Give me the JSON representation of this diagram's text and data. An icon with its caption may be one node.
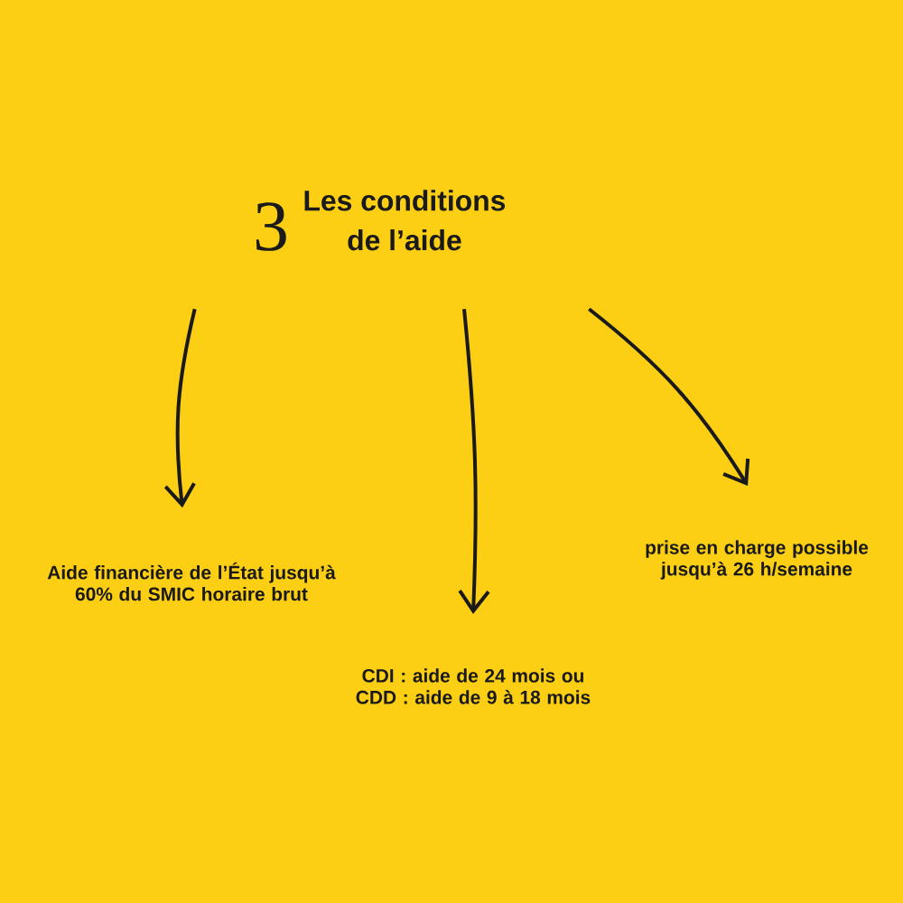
{
  "diagram": {
    "nodes": [
      {
        "text": [
          "3",
          "Les conditions de l’aide"
        ]
      },
      {
        "text": [
          "Aide financière de l’État jusqu’à 60% du SMIC horaire brut"
        ]
      },
      {
        "text": [
          "CDI : aide de 24 mois ou CDD : aide de 9 à 18 mois"
        ]
      },
      {
        "text": [
          "prise en charge possible jusqu’à 26 h/semaine"
        ]
      }
    ],
    "edges": [
      {
        "from": 0,
        "to": 1,
        "arrow": "to"
      },
      {
        "from": 0,
        "to": 2,
        "arrow": "to"
      },
      {
        "from": 0,
        "to": 3,
        "arrow": "to"
      }
    ]
  }
}
